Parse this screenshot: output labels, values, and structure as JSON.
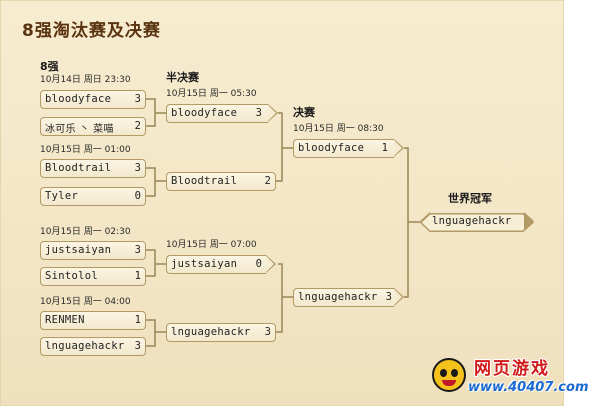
{
  "page_title": "8强淘汰赛及决赛",
  "round_labels": {
    "r8": "8强",
    "semi": "半决赛",
    "final": "决赛",
    "champion": "世界冠军"
  },
  "schedules": {
    "r8_m1": "10月14日  周日  23:30",
    "r8_m2": "10月15日  周一  01:00",
    "r8_m3": "10月15日  周一  02:30",
    "r8_m4": "10月15日  周一  04:00",
    "semi_m1": "10月15日  周一  05:30",
    "semi_m2": "10月15日  周一  07:00",
    "final": "10月15日  周一  08:30"
  },
  "matches": {
    "r8_m1": [
      {
        "player": "bloodyface",
        "score": "3"
      },
      {
        "player": "冰可乐 丶 菜喵",
        "score": "2"
      }
    ],
    "r8_m2": [
      {
        "player": "Bloodtrail",
        "score": "3"
      },
      {
        "player": "Tyler",
        "score": "0"
      }
    ],
    "r8_m3": [
      {
        "player": "justsaiyan",
        "score": "3"
      },
      {
        "player": "Sintolol",
        "score": "1"
      }
    ],
    "r8_m4": [
      {
        "player": "RENMEN",
        "score": "1"
      },
      {
        "player": "lnguagehackr",
        "score": "3"
      }
    ],
    "semi_m1": [
      {
        "player": "bloodyface",
        "score": "3"
      },
      {
        "player": "Bloodtrail",
        "score": "2"
      }
    ],
    "semi_m2": [
      {
        "player": "justsaiyan",
        "score": "0"
      },
      {
        "player": "lnguagehackr",
        "score": "3"
      }
    ],
    "final": [
      {
        "player": "bloodyface",
        "score": "1"
      },
      {
        "player": "lnguagehackr",
        "score": "3"
      }
    ],
    "champion": "lnguagehackr"
  },
  "logo": {
    "line1": "网页游戏",
    "line2": "www.40407.com"
  },
  "colors": {
    "title": "#5a3410",
    "box_border": "#b39a64",
    "line": "#9a8556",
    "background": "#f6ecd0"
  }
}
